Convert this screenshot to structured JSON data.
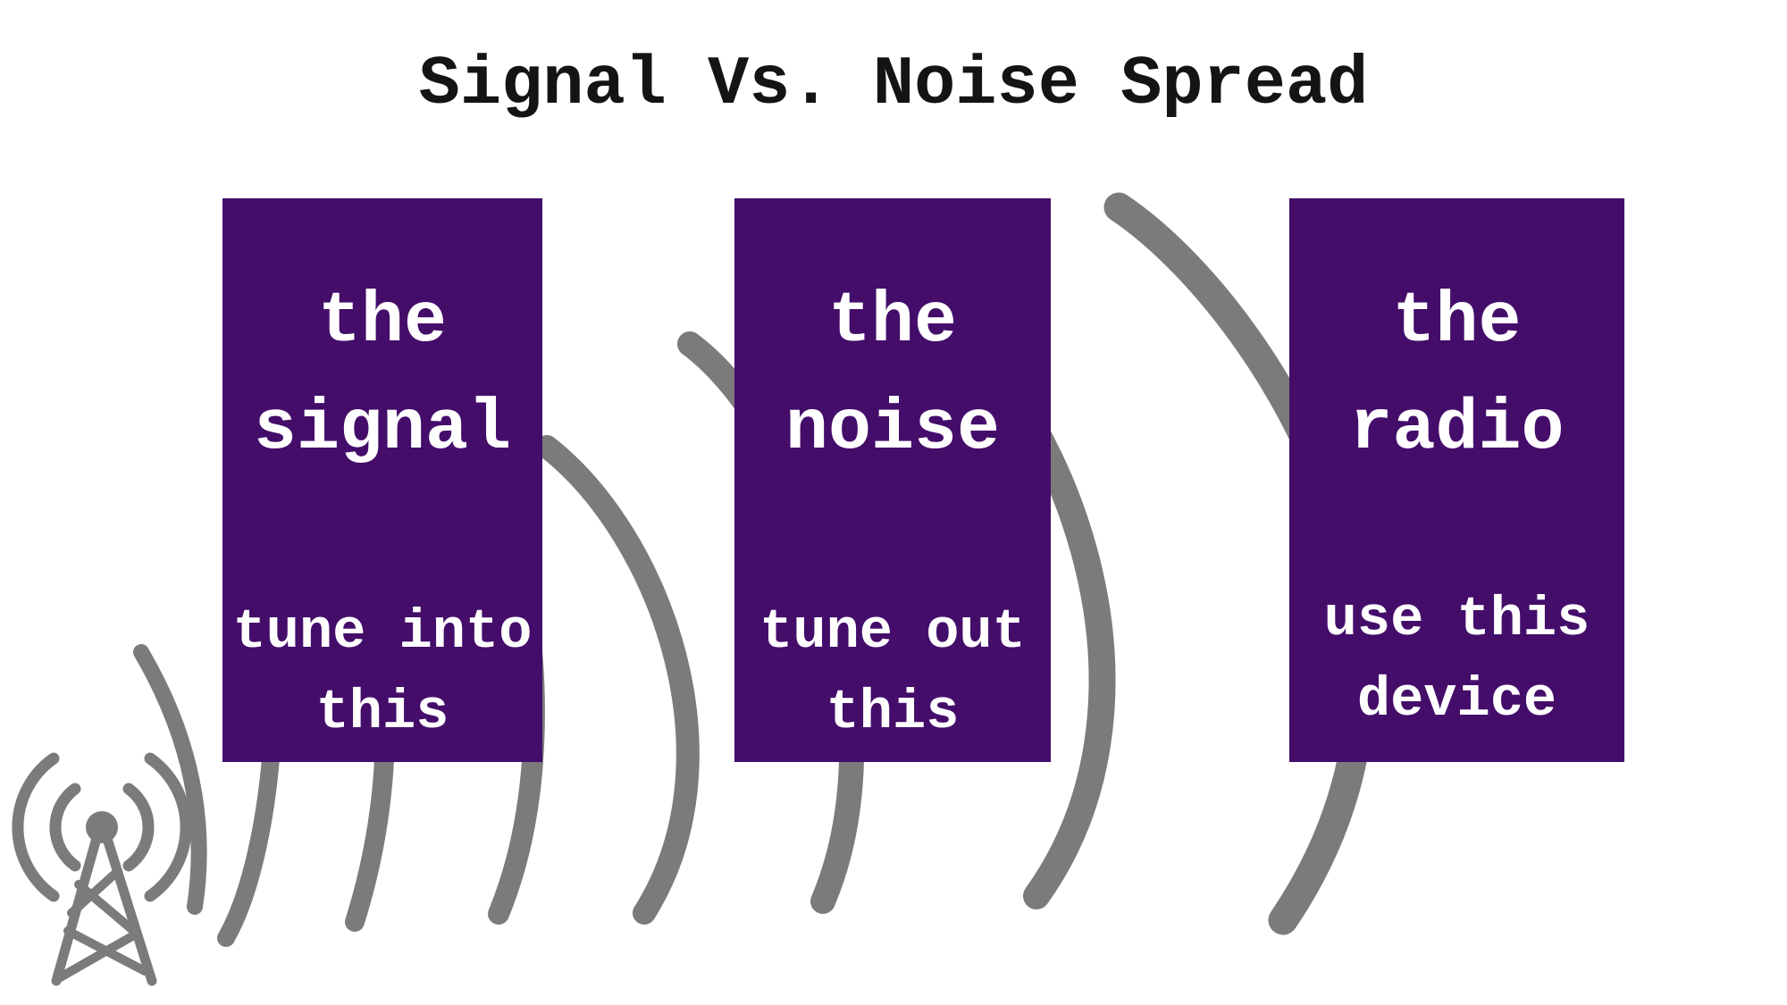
{
  "title": "Signal Vs. Noise Spread",
  "cards": [
    {
      "id": "signal",
      "heading": [
        "the",
        "signal"
      ],
      "caption": [
        "tune into",
        "this"
      ]
    },
    {
      "id": "noise",
      "heading": [
        "the",
        "noise"
      ],
      "caption": [
        "tune out",
        "this"
      ]
    },
    {
      "id": "radio",
      "heading": [
        "the",
        "radio"
      ],
      "caption": [
        "use this",
        "device"
      ]
    }
  ],
  "graphics": {
    "tower_icon": "radio-tower-icon",
    "wave_arc_count": 8,
    "tower_wave_count": 4
  },
  "colors": {
    "background": "#ffffff",
    "card_purple": "#440d6a",
    "wave_gray": "#7b7b7b",
    "title_black": "#141414",
    "card_text": "#ffffff"
  }
}
